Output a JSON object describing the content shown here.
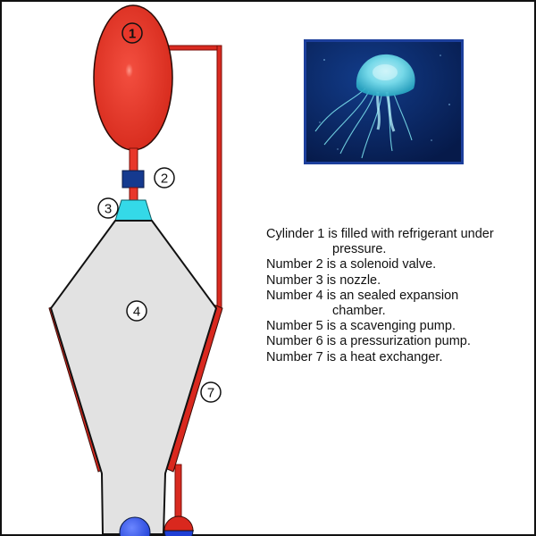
{
  "diagram": {
    "markers": [
      {
        "id": "1",
        "label": "1"
      },
      {
        "id": "2",
        "label": "2"
      },
      {
        "id": "3",
        "label": "3"
      },
      {
        "id": "4",
        "label": "4"
      },
      {
        "id": "7",
        "label": "7"
      }
    ],
    "colors": {
      "cylinder": "#e8372a",
      "pipe": "#d92a20",
      "valve": "#153a8f",
      "nozzle": "#34d9e8",
      "chamber": "#e2e2e2",
      "heat_exchanger_outer": "#d9281e",
      "heat_exchanger_inner": "#f5ea1d",
      "scavenging_pump": "#1f3fd6",
      "pressurization_pump": "#d9281e"
    }
  },
  "photo": {
    "subject": "jellyfish",
    "colors": {
      "background": "#0b2a6e",
      "border": "#1c3f9c",
      "jelly": "#7fe7f2"
    }
  },
  "legend": {
    "items": [
      {
        "first": "Cylinder 1 is filled with refrigerant under",
        "cont": "pressure."
      },
      {
        "first": "Number 2 is a solenoid valve.",
        "cont": ""
      },
      {
        "first": "Number 3 is nozzle.",
        "cont": ""
      },
      {
        "first": "Number 4 is an sealed expansion",
        "cont": "chamber."
      },
      {
        "first": "Number 5 is a scavenging pump.",
        "cont": ""
      },
      {
        "first": "Number 6 is a pressurization pump.",
        "cont": ""
      },
      {
        "first": "Number 7 is a heat exchanger.",
        "cont": ""
      }
    ]
  }
}
